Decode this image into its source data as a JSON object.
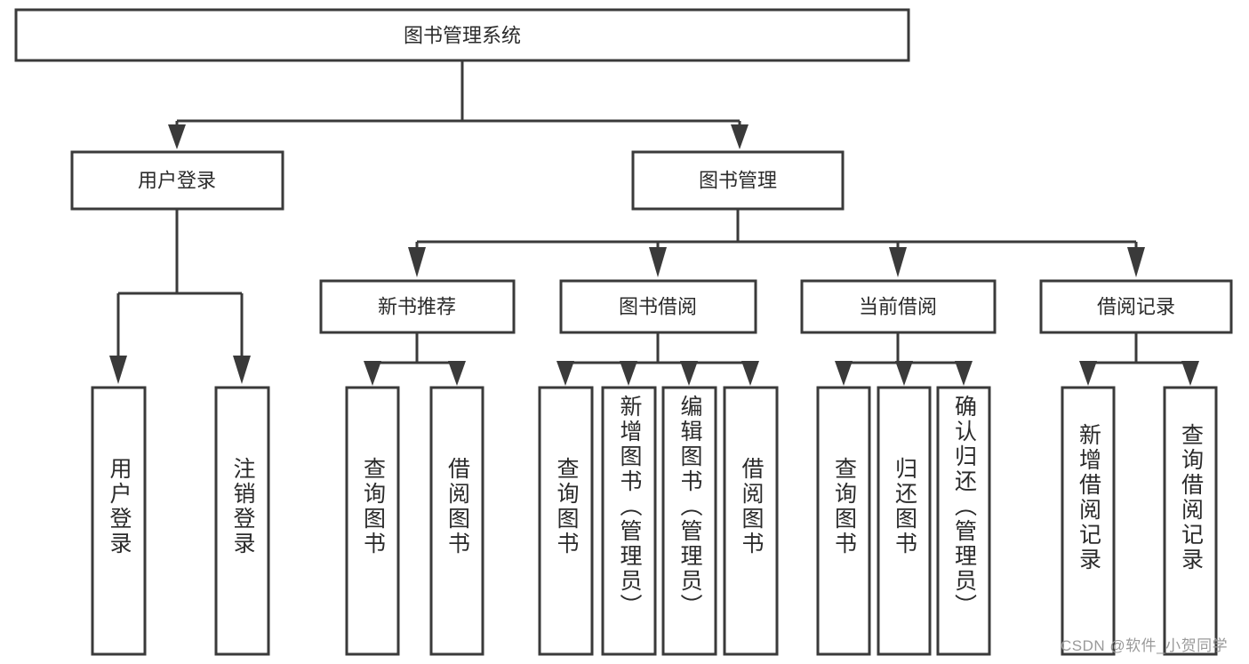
{
  "diagram": {
    "title": "图书管理系统",
    "type": "tree-hierarchy-chart",
    "root": {
      "id": "root",
      "label": "图书管理系统"
    },
    "level2": [
      {
        "id": "user-login",
        "label": "用户登录"
      },
      {
        "id": "book-management",
        "label": "图书管理"
      }
    ],
    "level3": [
      {
        "id": "new-book-recommend",
        "label": "新书推荐",
        "parent": "book-management"
      },
      {
        "id": "book-borrow",
        "label": "图书借阅",
        "parent": "book-management"
      },
      {
        "id": "current-borrow",
        "label": "当前借阅",
        "parent": "book-management"
      },
      {
        "id": "borrow-record",
        "label": "借阅记录",
        "parent": "book-management"
      }
    ],
    "leaves": {
      "user_login": [
        {
          "id": "leaf-user-login",
          "label": "用户登录"
        },
        {
          "id": "leaf-user-logout",
          "label": "注销登录"
        }
      ],
      "new_book_recommend": [
        {
          "id": "leaf-query-book-1",
          "label": "查询图书"
        },
        {
          "id": "leaf-borrow-book-1",
          "label": "借阅图书"
        }
      ],
      "book_borrow": [
        {
          "id": "leaf-query-book-2",
          "label": "查询图书"
        },
        {
          "id": "leaf-add-book",
          "label": "新增图书（管理员）"
        },
        {
          "id": "leaf-edit-book",
          "label": "编辑图书（管理员）"
        },
        {
          "id": "leaf-borrow-book-2",
          "label": "借阅图书"
        }
      ],
      "current_borrow": [
        {
          "id": "leaf-query-book-3",
          "label": "查询图书"
        },
        {
          "id": "leaf-return-book",
          "label": "归还图书"
        },
        {
          "id": "leaf-confirm-return",
          "label": "确认归还（管理员）"
        }
      ],
      "borrow_record": [
        {
          "id": "leaf-add-record",
          "label": "新增借阅记录"
        },
        {
          "id": "leaf-query-record",
          "label": "查询借阅记录"
        }
      ]
    }
  },
  "watermark": {
    "text": "CSDN @软件_小贺同学"
  },
  "colors": {
    "box_stroke": "#3a3a3a",
    "box_fill": "#ffffff",
    "text": "#2b2b2b",
    "watermark": "#9a9a9a",
    "background": "#ffffff"
  }
}
